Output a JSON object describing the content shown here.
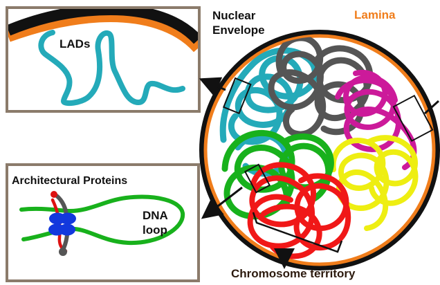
{
  "labels": {
    "lads": "LADs",
    "nuclear_envelope_line1": "Nuclear",
    "nuclear_envelope_line2": "Envelope",
    "lamina": "Lamina",
    "architectural_proteins": "Architectural Proteins",
    "dna_line1": "DNA",
    "dna_line2": "loop",
    "chromosome_territory": "Chromosome territory"
  },
  "colors": {
    "panel_border": "#8b7b6b",
    "envelope": "#111111",
    "lamina": "#f07d1b",
    "lad_chain": "#24aab9",
    "loop_chain": "#18b11c",
    "red_chain": "#f01818",
    "gray_chain": "#555555",
    "magenta_chain": "#cc1a9a",
    "yellow_chain": "#eeee12",
    "protein_blue": "#1238dd",
    "protein_red": "#dd1212",
    "protein_gray": "#555555",
    "label_black": "#111111",
    "label_orange": "#f07d1b",
    "label_brown": "#2c1a0e"
  }
}
